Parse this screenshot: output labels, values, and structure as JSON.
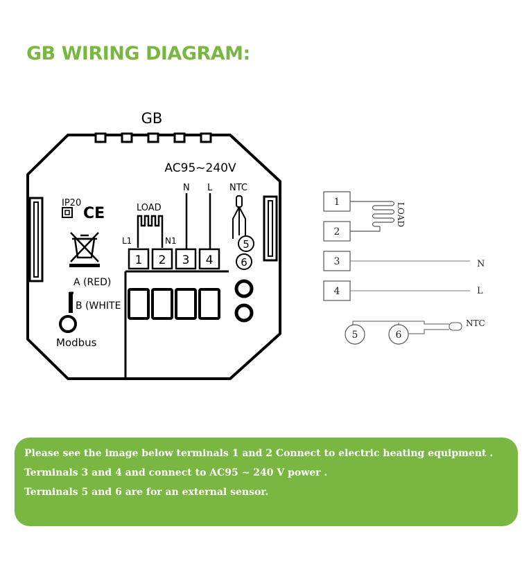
{
  "title": "GB WIRING DIAGRAM:",
  "device": {
    "model_label": "GB",
    "voltage_label": "AC95~240V",
    "ip_label": "IP20",
    "ce_label": "CE",
    "load_label": "LOAD",
    "l1_label": "L1",
    "n1_label": "N1",
    "n_label": "N",
    "l_label": "L",
    "ntc_label": "NTC",
    "terminals": [
      "1",
      "2",
      "3",
      "4"
    ],
    "sensor_terminals": [
      "5",
      "6"
    ],
    "wire_a_label": "A (RED)",
    "wire_b_label": "B (WHITE",
    "modbus_label": "Modbus"
  },
  "schematic": {
    "terminal_1": "1",
    "terminal_2": "2",
    "terminal_3": "3",
    "terminal_4": "4",
    "terminal_5": "5",
    "terminal_6": "6",
    "load_label": "LOAD",
    "n_label": "N",
    "l_label": "L",
    "ntc_label": "NTC"
  },
  "note": {
    "line1": " Please see the image below terminals 1 and 2 Connect to electric heating equipment .",
    "line2": "Terminals 3 and 4 and connect to AC95 ~ 240 V power .",
    "line3": "Terminals 5 and 6 are for an external sensor."
  },
  "colors": {
    "accent": "#7ab642",
    "line": "#000000"
  }
}
